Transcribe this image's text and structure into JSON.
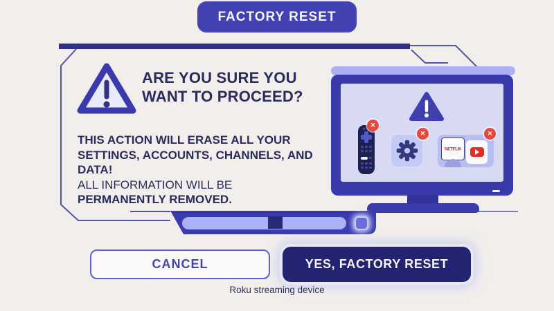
{
  "banner": {
    "label": "FACTORY RESET"
  },
  "dialog": {
    "heading": {
      "0": "ARE YOU SURE YOU",
      "1": "WANT TO PROCEED?"
    },
    "body_bold_1": "THIS ACTION WILL ERASE ALL YOUR SETTINGS, ACCOUNTS, CHANNELS, AND DATA!",
    "body_regular": "ALL INFORMATION WILL BE",
    "body_bold_2": "PERMANENTLY REMOVED."
  },
  "actions": {
    "cancel_label": "CANCEL",
    "confirm_label": "YES, FACTORY RESET"
  },
  "caption": "Roku streaming device",
  "illustration": {
    "netflix_label": "NETFLIX",
    "x_glyph": "✕",
    "icons": [
      "warning-triangle-icon",
      "remote-icon",
      "gear-icon",
      "netflix-logo",
      "youtube-icon",
      "x-badge-icon"
    ]
  },
  "colors": {
    "background": "#f1eeec",
    "banner_blue": "#4342b2",
    "dark_navy": "#232371",
    "text_navy": "#2b2b5e",
    "frame_line": "#32328e",
    "periwinkle": "#a9b1f2",
    "tv_bezel": "#3a39ac",
    "screen": "#d8daf4",
    "badge_red": "#e8473c",
    "netflix_red": "#d8232e",
    "youtube_red": "#e62d24"
  }
}
